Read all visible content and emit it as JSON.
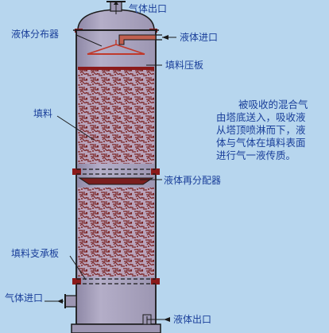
{
  "labels": {
    "gas_outlet": "气体出口",
    "liquid_distributor": "液体分布器",
    "liquid_inlet": "液体进口",
    "packing_hold_down_plate": "填料压板",
    "packing": "填料",
    "liquid_redistributor": "液体再分配器",
    "packing_support_plate": "填料支承板",
    "gas_inlet": "气体进口",
    "liquid_outlet": "液体出口"
  },
  "description_lines": [
    "被吸收的混合气",
    "由塔底送入，吸收液",
    "从塔顶喷淋而下，液",
    "体与气体在填料表面",
    "进行气一液传质。"
  ],
  "colors": {
    "background": "#b7d6ee",
    "shell": "#a9a2bd",
    "packing_fill": "#b9a3ba",
    "packing_pattern": "#7a2424",
    "flange": "#8b1a1a",
    "outline": "#1a1a1a",
    "label_text": "#1a3f9a"
  }
}
